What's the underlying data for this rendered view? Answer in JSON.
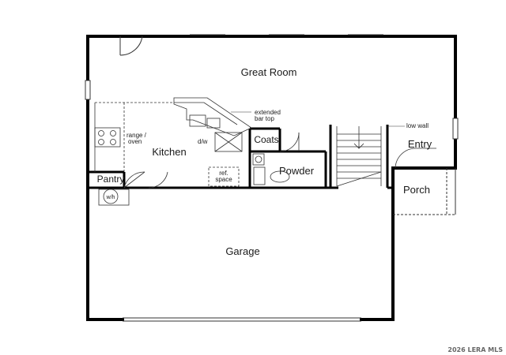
{
  "rooms": {
    "great_room": "Great Room",
    "kitchen": "Kitchen",
    "coats": "Coats",
    "powder": "Powder",
    "entry": "Entry",
    "porch": "Porch",
    "garage": "Garage",
    "pantry": "Pantry"
  },
  "notes": {
    "extended_bar_top_line1": "extended",
    "extended_bar_top_line2": "bar top",
    "low_wall": "low wall",
    "range_oven_line1": "range /",
    "range_oven_line2": "oven",
    "dw": "d/w",
    "ref_space_line1": "ref.",
    "ref_space_line2": "space",
    "wh": "w/h"
  },
  "watermark": "2026 LERA MLS",
  "colors": {
    "wall": "#000000",
    "thin_line": "#333333",
    "background": "#ffffff"
  }
}
